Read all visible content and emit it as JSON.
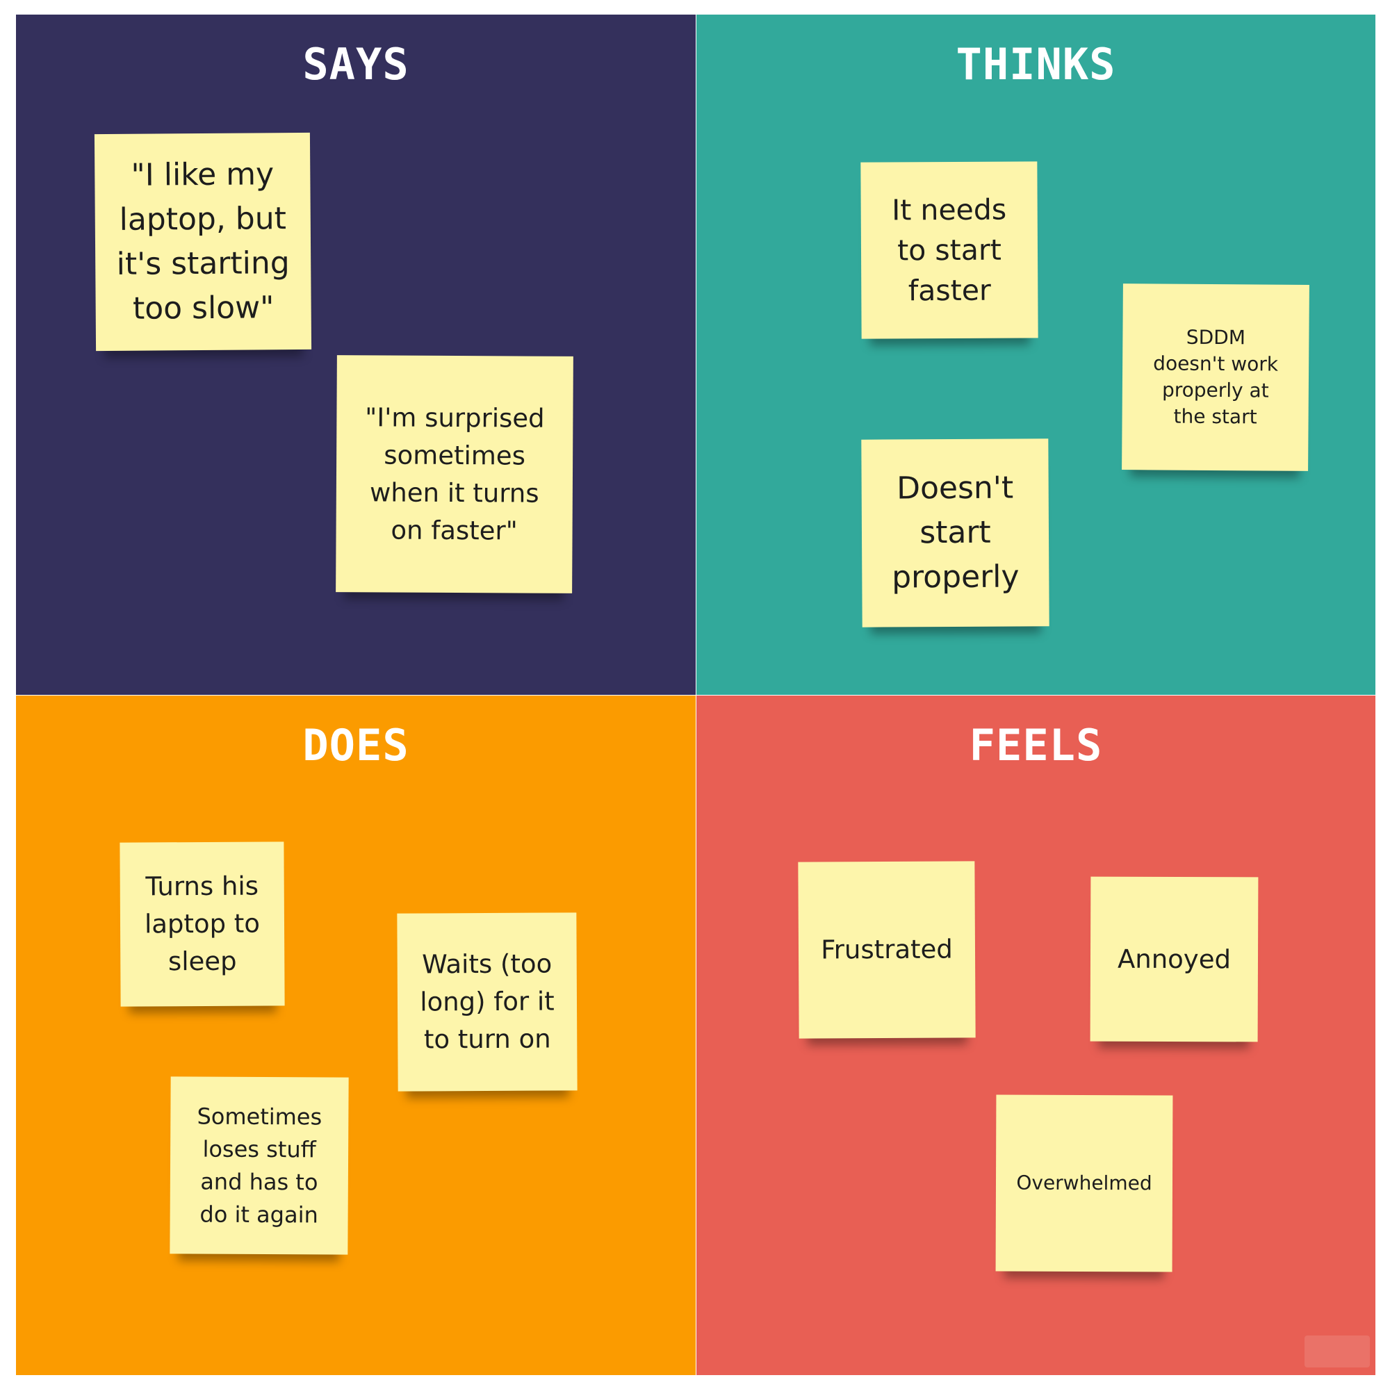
{
  "quadrants": {
    "says": {
      "title": "SAYS",
      "color": "#34305c"
    },
    "thinks": {
      "title": "THINKS",
      "color": "#32a99b"
    },
    "does": {
      "title": "DOES",
      "color": "#fb9b00"
    },
    "feels": {
      "title": "FEELS",
      "color": "#e85f54"
    }
  },
  "notes": {
    "says": [
      {
        "text": "\"I like my\nlaptop, but\nit's starting\ntoo slow\""
      },
      {
        "text": "\"I'm surprised\nsometimes\nwhen it turns\non faster\""
      }
    ],
    "thinks": [
      {
        "text": "It needs\nto start\nfaster"
      },
      {
        "text": "SDDM\ndoesn't work\nproperly at\nthe start"
      },
      {
        "text": "Doesn't\nstart\nproperly"
      }
    ],
    "does": [
      {
        "text": "Turns his\nlaptop to\nsleep"
      },
      {
        "text": "Waits (too\nlong) for it\nto turn on"
      },
      {
        "text": "Sometimes\nloses stuff\nand has to\ndo it again"
      }
    ],
    "feels": [
      {
        "text": "Frustrated"
      },
      {
        "text": "Annoyed"
      },
      {
        "text": "Overwhelmed"
      }
    ]
  },
  "sticky_note_color": "#fdf5ab"
}
